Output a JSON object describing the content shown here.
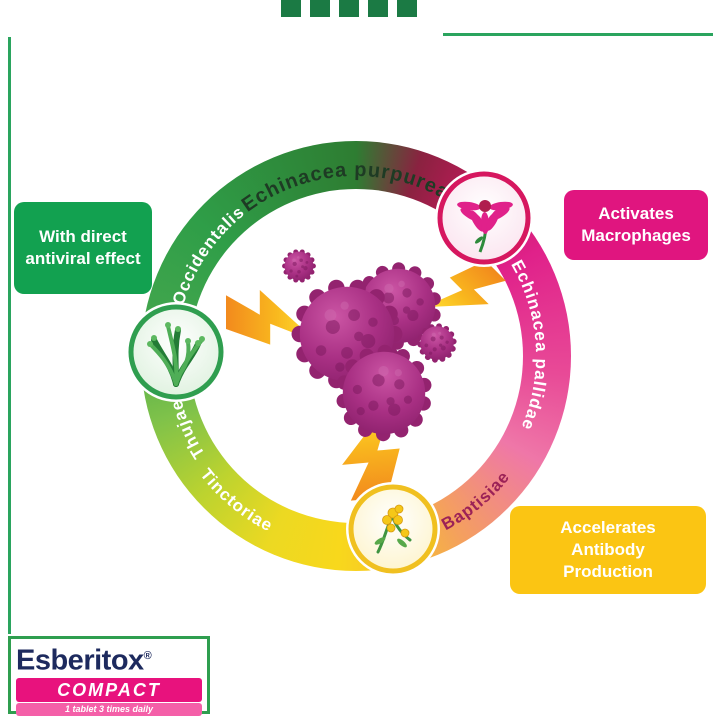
{
  "ring": {
    "labels": {
      "top": "Echinacea purpureae",
      "upper_left": "Occidentalis",
      "left": "Thujae",
      "lower_left": "Tinctoriae",
      "lower_right": "Baptisiae",
      "right": "Echinacea pallidae"
    },
    "colors": {
      "green": "#2f9e48",
      "yellow": "#f8d81c",
      "magenta": "#e0218a",
      "crimson": "#c2185b"
    }
  },
  "callouts": {
    "antiviral": {
      "text": "With direct antiviral effect",
      "color": "#12a150"
    },
    "macrophages": {
      "text": "Activates Macrophages",
      "color": "#e0157f"
    },
    "antibody": {
      "text": "Accelerates Antibody Production",
      "color": "#fbc513"
    }
  },
  "logo": {
    "brand": "Esberitox",
    "registered_mark": "®",
    "product": "COMPACT",
    "tagline": "1 tablet 3 times daily"
  }
}
